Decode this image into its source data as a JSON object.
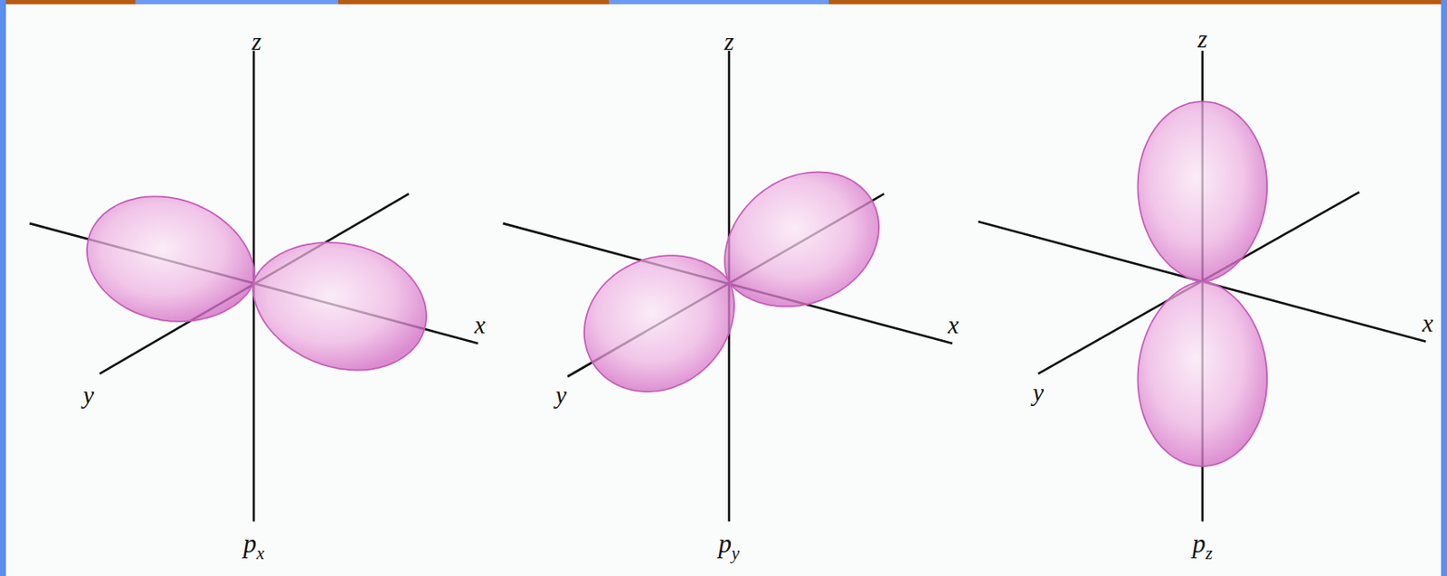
{
  "diagram": {
    "labels": [
      "z",
      "x",
      "y",
      "px",
      "z",
      "x",
      "y",
      "py",
      "z",
      "x",
      "y",
      "pz"
    ]
  }
}
